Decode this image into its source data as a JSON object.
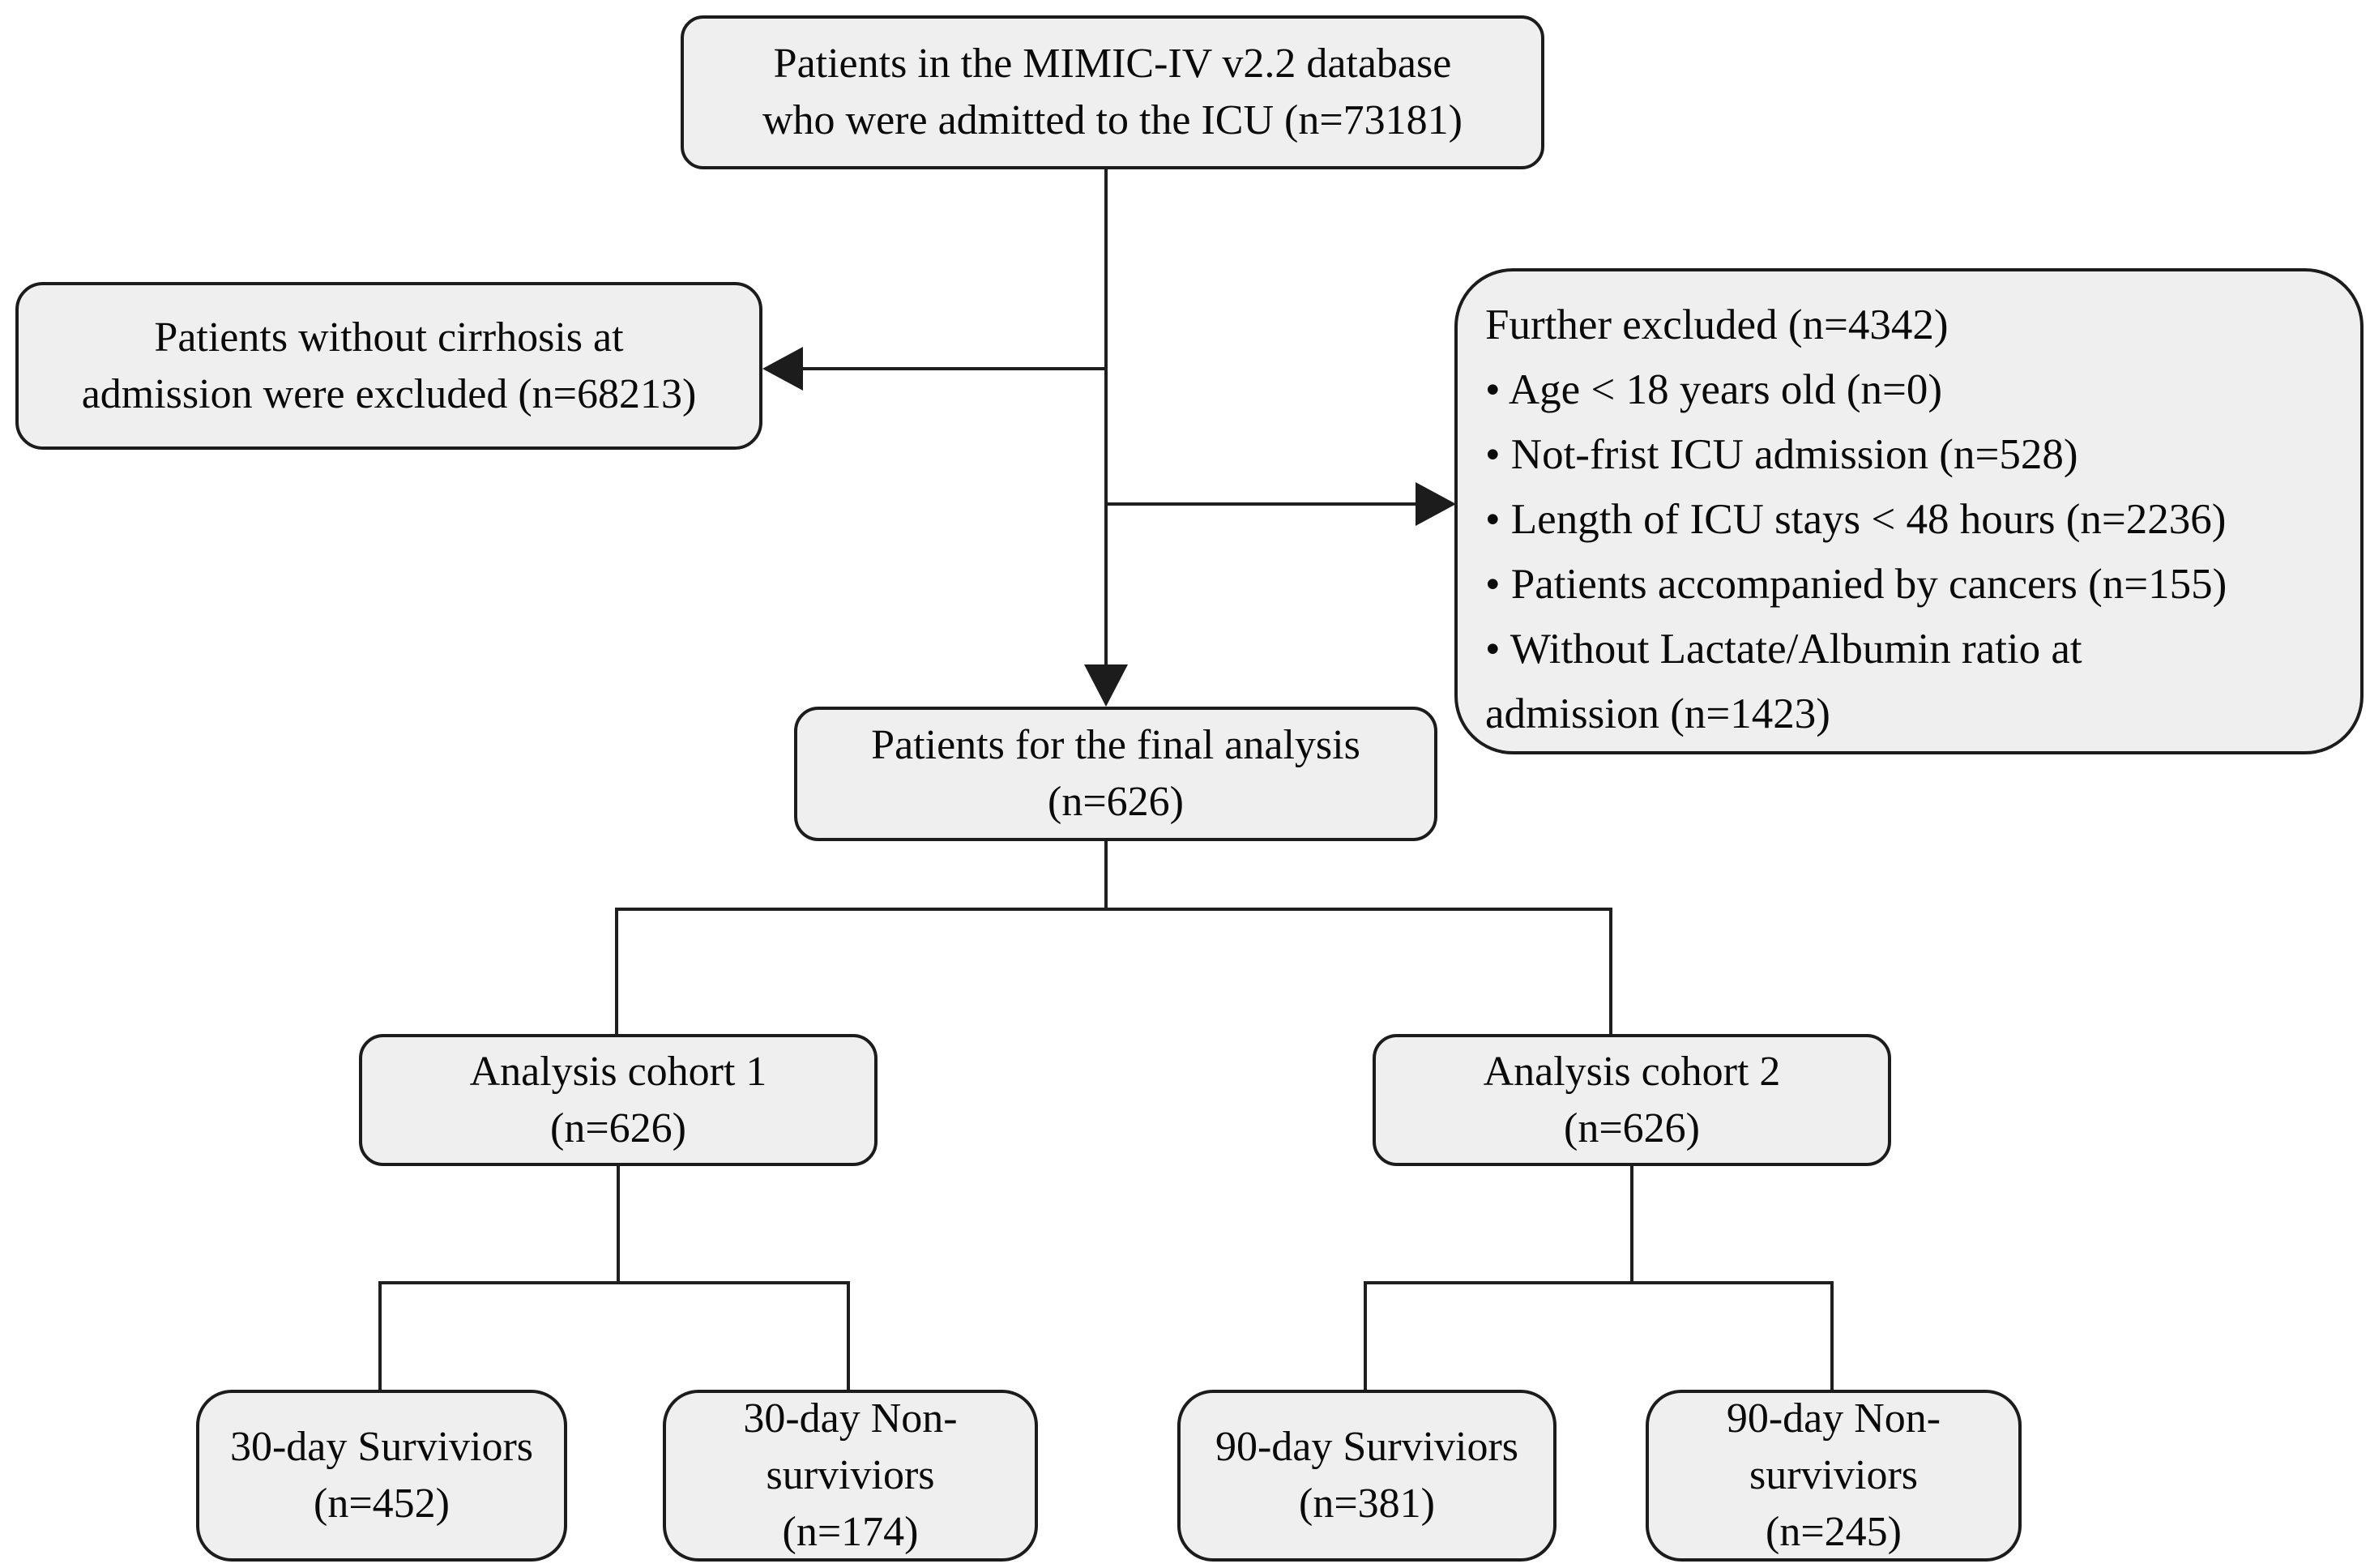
{
  "boxes": {
    "source_population": {
      "lines": [
        "Patients in the MIMIC-IV v2.2 database",
        "who were admitted to the ICU (n=73181)"
      ],
      "n": 73181
    },
    "excluded_no_cirrhosis": {
      "lines": [
        "Patients without cirrhosis at",
        "admission were excluded (n=68213)"
      ],
      "n": 68213
    },
    "further_excluded": {
      "lines": [
        "Further excluded (n=4342)",
        "• Age < 18 years old (n=0)",
        "• Not-frist ICU admission (n=528)",
        "• Length of ICU stays < 48 hours (n=2236)",
        "• Patients accompanied by cancers (n=155)",
        "• Without Lactate/Albumin ratio at",
        "admission (n=1423)"
      ],
      "n": 4342
    },
    "final_analysis": {
      "lines": [
        "Patients for the final analysis",
        "(n=626)"
      ],
      "n": 626
    },
    "cohort1": {
      "lines": [
        "Analysis cohort 1",
        "(n=626)"
      ],
      "n": 626
    },
    "cohort2": {
      "lines": [
        "Analysis cohort 2",
        "(n=626)"
      ],
      "n": 626
    },
    "day30_survivors": {
      "lines": [
        "30-day Surviviors",
        "(n=452)"
      ],
      "n": 452
    },
    "day30_nonsurvivors": {
      "lines": [
        "30-day Non-",
        "surviviors",
        "(n=174)"
      ],
      "n": 174
    },
    "day90_survivors": {
      "lines": [
        "90-day Surviviors",
        "(n=381)"
      ],
      "n": 381
    },
    "day90_nonsurvivors": {
      "lines": [
        "90-day Non-",
        "surviviors",
        "(n=245)"
      ],
      "n": 245
    }
  },
  "colors": {
    "background": "#ffffff",
    "box_fill": "#efefef",
    "box_border": "#1c1c1c",
    "connector": "#1f1f1f",
    "text": "#0a0a0a"
  }
}
